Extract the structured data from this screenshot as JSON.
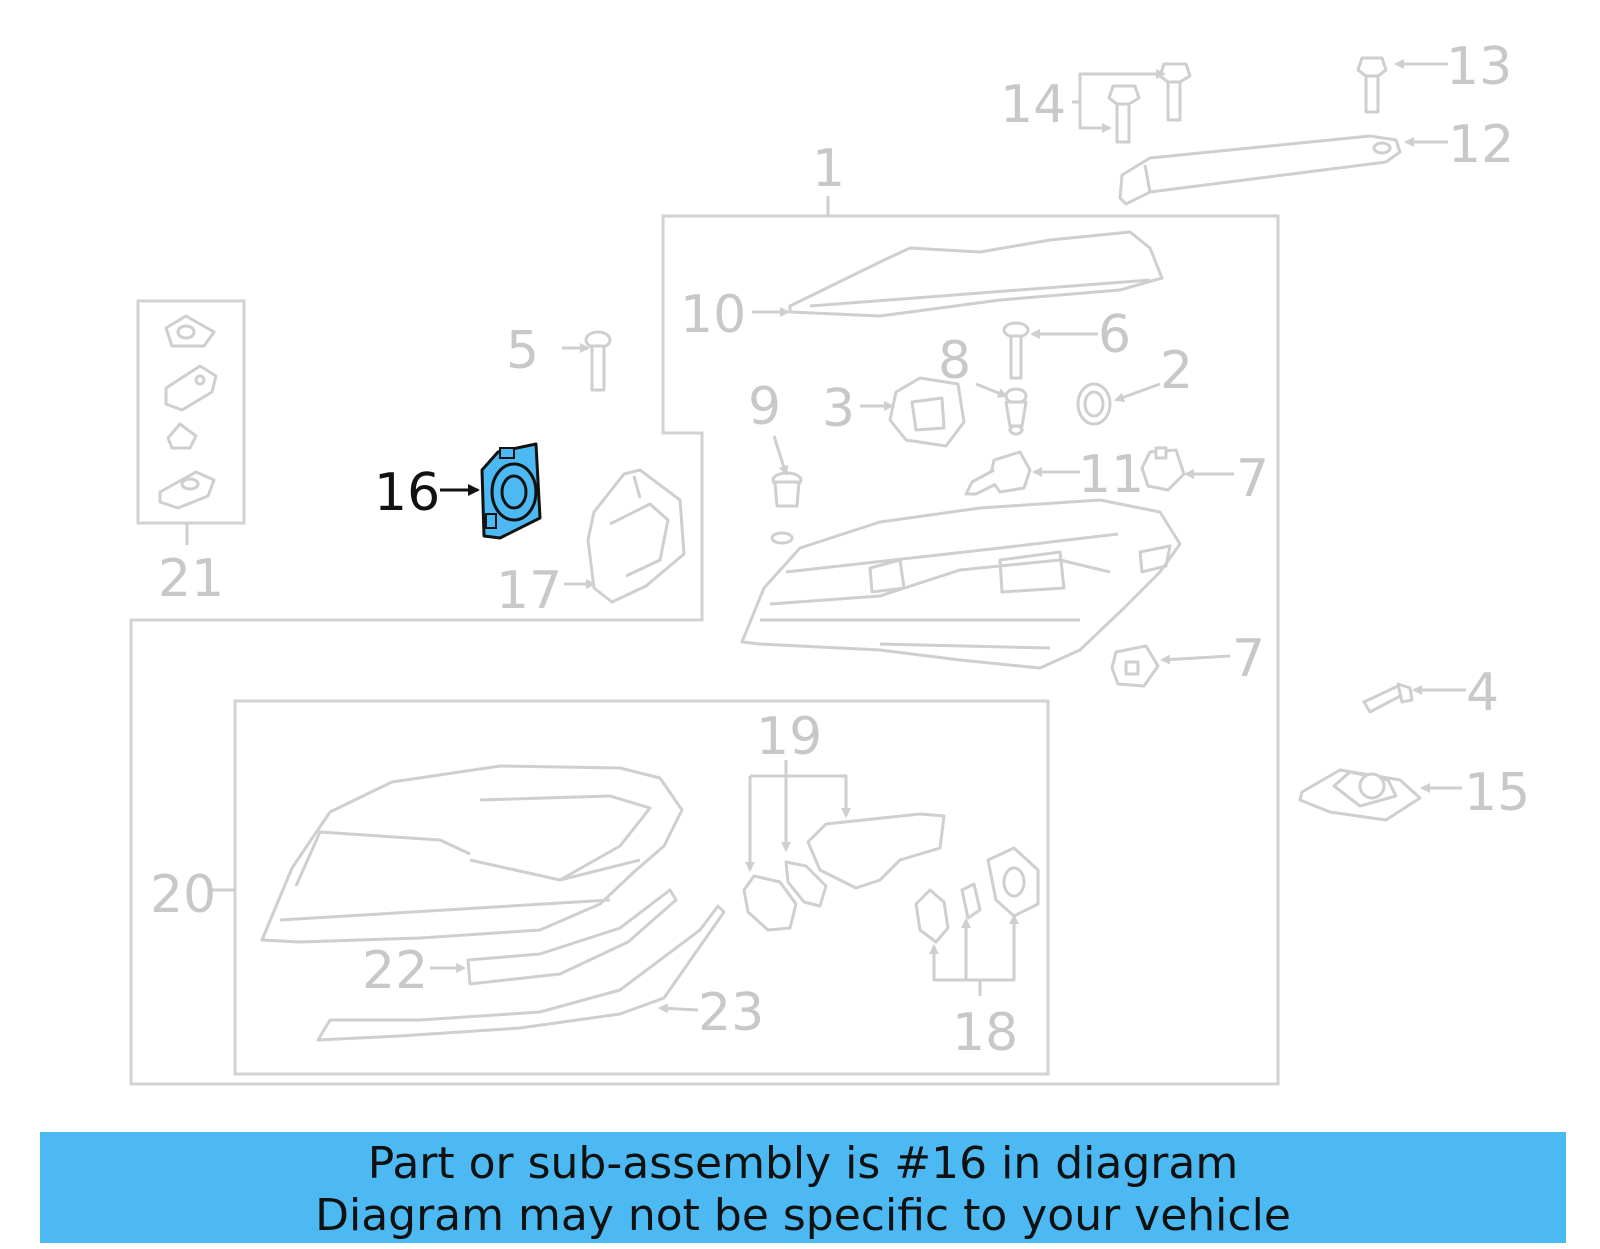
{
  "diagram": {
    "highlight_color": "#4db9f2",
    "callouts": [
      {
        "id": "1",
        "label": "1"
      },
      {
        "id": "2",
        "label": "2"
      },
      {
        "id": "3",
        "label": "3"
      },
      {
        "id": "4",
        "label": "4"
      },
      {
        "id": "5",
        "label": "5"
      },
      {
        "id": "6",
        "label": "6"
      },
      {
        "id": "7a",
        "label": "7"
      },
      {
        "id": "7b",
        "label": "7"
      },
      {
        "id": "8",
        "label": "8"
      },
      {
        "id": "9",
        "label": "9"
      },
      {
        "id": "10",
        "label": "10"
      },
      {
        "id": "11",
        "label": "11"
      },
      {
        "id": "12",
        "label": "12"
      },
      {
        "id": "13",
        "label": "13"
      },
      {
        "id": "14",
        "label": "14"
      },
      {
        "id": "15",
        "label": "15"
      },
      {
        "id": "16",
        "label": "16",
        "highlighted": true
      },
      {
        "id": "17",
        "label": "17"
      },
      {
        "id": "18",
        "label": "18"
      },
      {
        "id": "19",
        "label": "19"
      },
      {
        "id": "20",
        "label": "20"
      },
      {
        "id": "21",
        "label": "21"
      },
      {
        "id": "22",
        "label": "22"
      },
      {
        "id": "23",
        "label": "23"
      }
    ]
  },
  "banner": {
    "line1": "Part or sub-assembly is #16 in diagram",
    "line2": "Diagram may not be specific to your vehicle"
  }
}
